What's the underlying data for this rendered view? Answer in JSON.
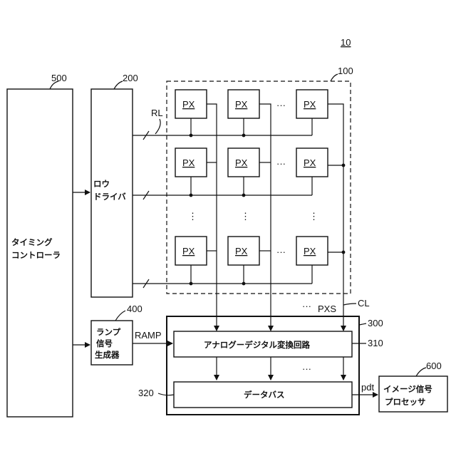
{
  "labels": {
    "figure_ref": "10",
    "timing_ref": "500",
    "timing_line1": "タイミング",
    "timing_line2": "コントローラ",
    "row_ref": "200",
    "row_line1": "ロウ",
    "row_line2": "ドライバ",
    "array_ref": "100",
    "pixel": "PX",
    "dots_h": "···",
    "dots_v": "⋮",
    "dots_small": "···",
    "rl": "RL",
    "cl": "CL",
    "pxs": "PXS",
    "ramp_ref": "400",
    "ramp_line1": "ランプ",
    "ramp_line2": "信号",
    "ramp_line3": "生成器",
    "ramp_signal": "RAMP",
    "readout_ref": "300",
    "adc_ref": "310",
    "adc_label": "アナログーデジタル変換回路",
    "bus_ref": "320",
    "bus_label": "データバス",
    "pdt": "pdt",
    "isp_ref": "600",
    "isp_line1": "イメージ信号",
    "isp_line2": "プロセッサ"
  }
}
